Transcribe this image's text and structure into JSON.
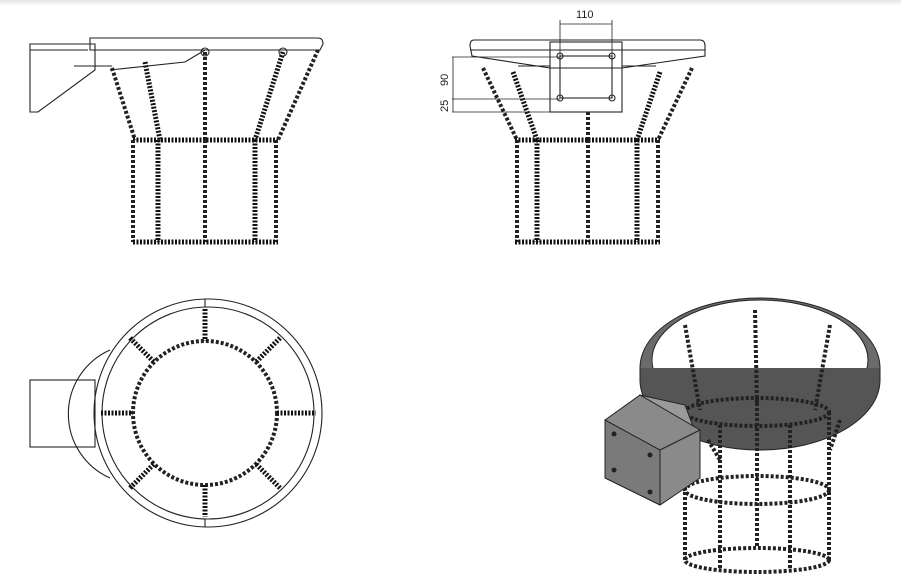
{
  "dimensions": {
    "width_label": "110",
    "height_label": "90",
    "offset_label": "25"
  },
  "views": [
    "side-view",
    "front-view",
    "top-view",
    "isometric-view"
  ],
  "colors": {
    "line": "#222222",
    "rim_iso": "#6b6b6b",
    "bracket_iso": "#8a8a8a"
  }
}
